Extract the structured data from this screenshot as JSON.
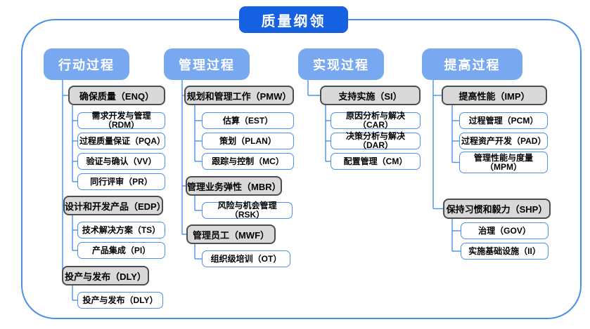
{
  "title": "质量纲领",
  "colors": {
    "title_bg": "#1660e2",
    "header_bg": "#78a8f0",
    "line": "#4a90e8",
    "gray_fill": "#d9d9d9",
    "gray_border": "#4d4d4d",
    "white_border": "#4a90e8"
  },
  "columns": [
    {
      "id": "action",
      "header": "行动过程",
      "groups": [
        {
          "id": "ENQ",
          "label": "确保质量（ENQ）",
          "children": [
            {
              "id": "RDM",
              "label": "需求开发与管理（RDM）"
            },
            {
              "id": "PQA",
              "label": "过程质量保证（PQA）"
            },
            {
              "id": "VV",
              "label": "验证与确认（VV）"
            },
            {
              "id": "PR",
              "label": "同行评审（PR）"
            }
          ]
        },
        {
          "id": "EDP",
          "label": "设计和开发产品（EDP）",
          "children": [
            {
              "id": "TS",
              "label": "技术解决方案（TS）"
            },
            {
              "id": "PI",
              "label": "产品集成（PI）"
            }
          ]
        },
        {
          "id": "DLY",
          "label": "投产与发布（DLY）",
          "children": [
            {
              "id": "DLY-sub",
              "label": "投产与发布（DLY）"
            }
          ]
        }
      ]
    },
    {
      "id": "management",
      "header": "管理过程",
      "groups": [
        {
          "id": "PMW",
          "label": "规划和管理工作（PMW）",
          "children": [
            {
              "id": "EST",
              "label": "估算（EST）"
            },
            {
              "id": "PLAN",
              "label": "策划（PLAN）"
            },
            {
              "id": "MC",
              "label": "跟踪与控制（MC）"
            }
          ]
        },
        {
          "id": "MBR",
          "label": "管理业务弹性（MBR）",
          "children": [
            {
              "id": "RSK",
              "label": "风险与机会管理（RSK）"
            }
          ]
        },
        {
          "id": "MWF",
          "label": "管理员工（MWF）",
          "children": [
            {
              "id": "OT",
              "label": "组织级培训（OT）"
            }
          ]
        }
      ]
    },
    {
      "id": "implementation",
      "header": "实现过程",
      "groups": [
        {
          "id": "SI",
          "label": "支持实施（SI）",
          "children": [
            {
              "id": "CAR",
              "label": "原因分析与解决（CAR）"
            },
            {
              "id": "DAR",
              "label": "决策分析与解决（DAR）"
            },
            {
              "id": "CM",
              "label": "配置管理（CM）"
            }
          ]
        }
      ]
    },
    {
      "id": "improvement",
      "header": "提高过程",
      "groups": [
        {
          "id": "IMP",
          "label": "提高性能（IMP）",
          "children": [
            {
              "id": "PCM",
              "label": "过程管理（PCM）"
            },
            {
              "id": "PAD",
              "label": "过程资产开发（PAD）"
            },
            {
              "id": "MPM",
              "label": "管理性能与度量（MPM）"
            }
          ]
        },
        {
          "id": "SHP",
          "label": "保持习惯和毅力（SHP）",
          "children": [
            {
              "id": "GOV",
              "label": "治理（GOV）"
            },
            {
              "id": "II",
              "label": "实施基础设施（II）"
            }
          ]
        }
      ]
    }
  ]
}
